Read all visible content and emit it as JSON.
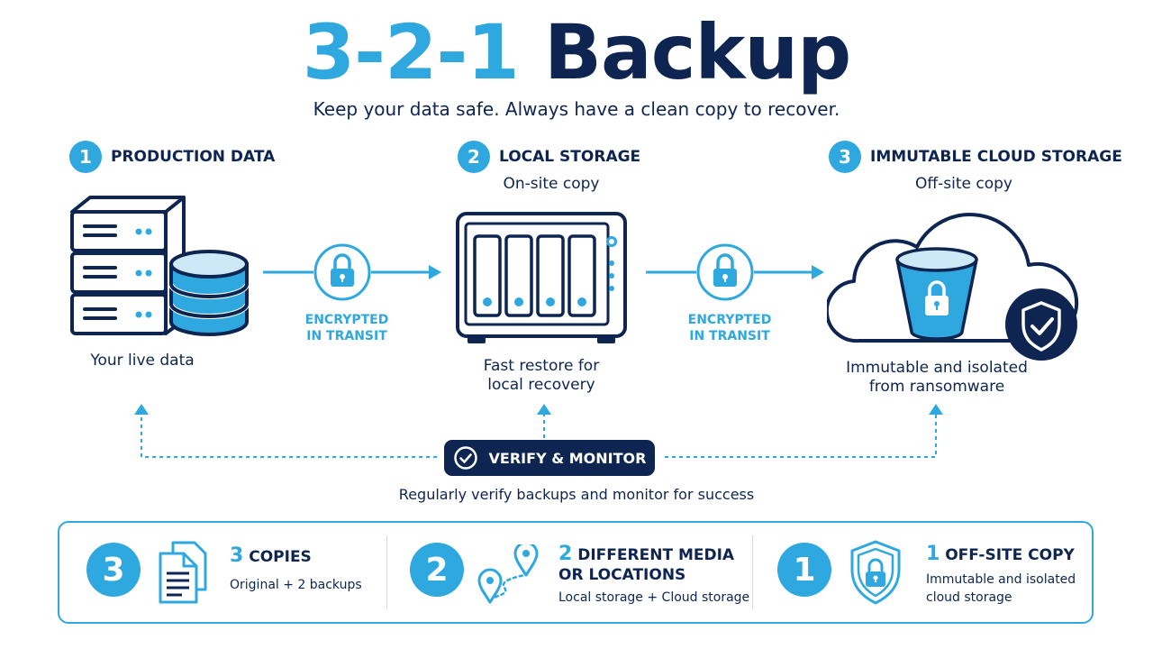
{
  "header": {
    "title_number": "3-2-1",
    "title_word": "Backup",
    "subtitle": "Keep your data safe. Always have a clean copy to recover."
  },
  "steps": [
    {
      "number": "1",
      "title": "PRODUCTION DATA",
      "subtitle": "",
      "caption": "Your live data"
    },
    {
      "number": "2",
      "title": "LOCAL STORAGE",
      "subtitle": "On-site copy",
      "caption_line1": "Fast restore for",
      "caption_line2": "local recovery"
    },
    {
      "number": "3",
      "title": "IMMUTABLE CLOUD STORAGE",
      "subtitle": "Off-site copy",
      "caption_line1": "Immutable and isolated",
      "caption_line2": "from ransomware"
    }
  ],
  "transit": [
    {
      "line1": "ENCRYPTED",
      "line2": "IN TRANSIT"
    },
    {
      "line1": "ENCRYPTED",
      "line2": "IN TRANSIT"
    }
  ],
  "verify": {
    "label": "VERIFY & MONITOR",
    "caption": "Regularly verify backups and monitor for success"
  },
  "summary": [
    {
      "number": "3",
      "title_num": "3",
      "title_rest": "COPIES",
      "title_line2": "",
      "desc_line1": "Original + 2 backups",
      "desc_line2": ""
    },
    {
      "number": "2",
      "title_num": "2",
      "title_rest": "DIFFERENT MEDIA",
      "title_line2": "OR LOCATIONS",
      "desc_line1": "Local storage + Cloud storage",
      "desc_line2": ""
    },
    {
      "number": "1",
      "title_num": "1",
      "title_rest": "OFF-SITE COPY",
      "title_line2": "",
      "desc_line1": "Immutable and isolated",
      "desc_line2": "cloud storage"
    }
  ],
  "colors": {
    "accent": "#2ea8de",
    "navy": "#0d2550",
    "light": "#cde9f7"
  }
}
